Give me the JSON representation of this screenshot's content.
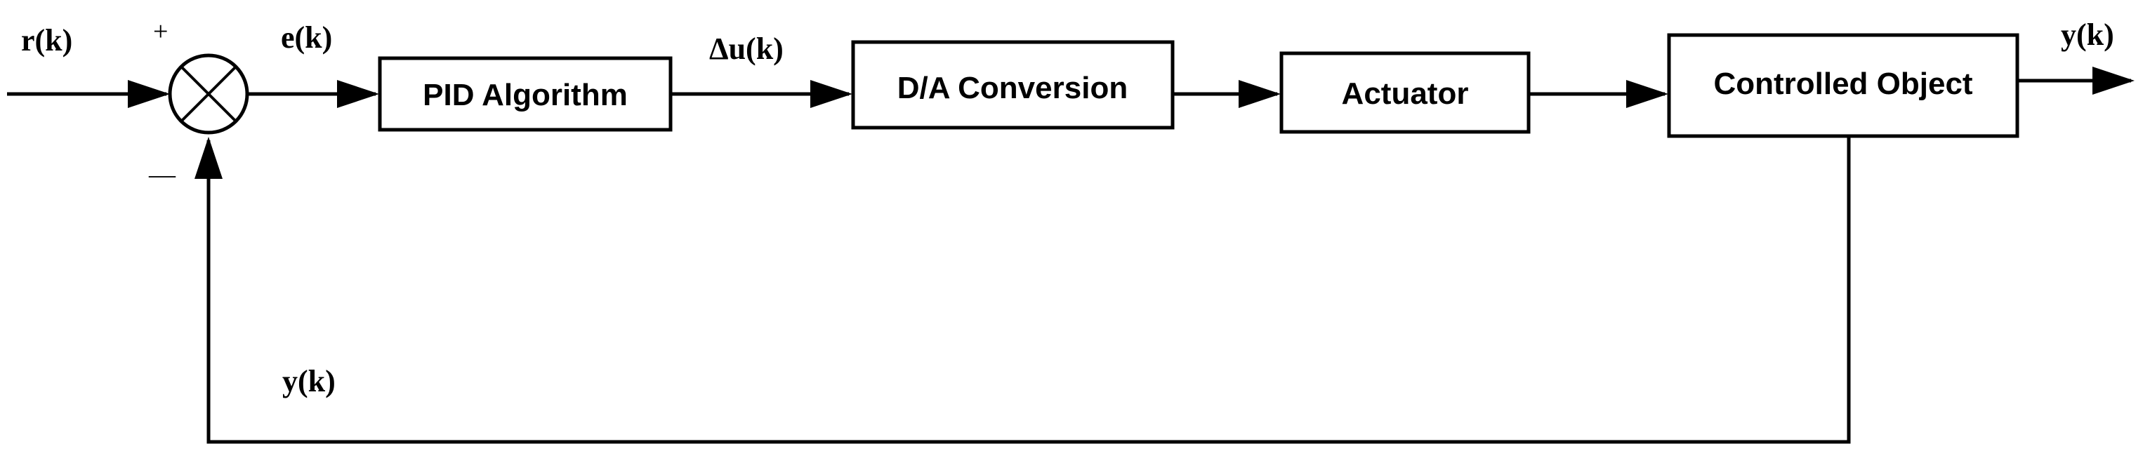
{
  "blocks": {
    "pid": "PID Algorithm",
    "da": "D/A Conversion",
    "actuator": "Actuator",
    "plant": "Controlled Object"
  },
  "signals": {
    "reference": "r(k)",
    "error": "e(k)",
    "control_increment": "Δu(k)",
    "output": "y(k)",
    "feedback": "y(k)"
  },
  "summing_junction": {
    "plus_sign": "+",
    "minus_sign": "—"
  },
  "colors": {
    "line": "#000000",
    "block_fill": "#ffffff",
    "background": "#ffffff"
  }
}
